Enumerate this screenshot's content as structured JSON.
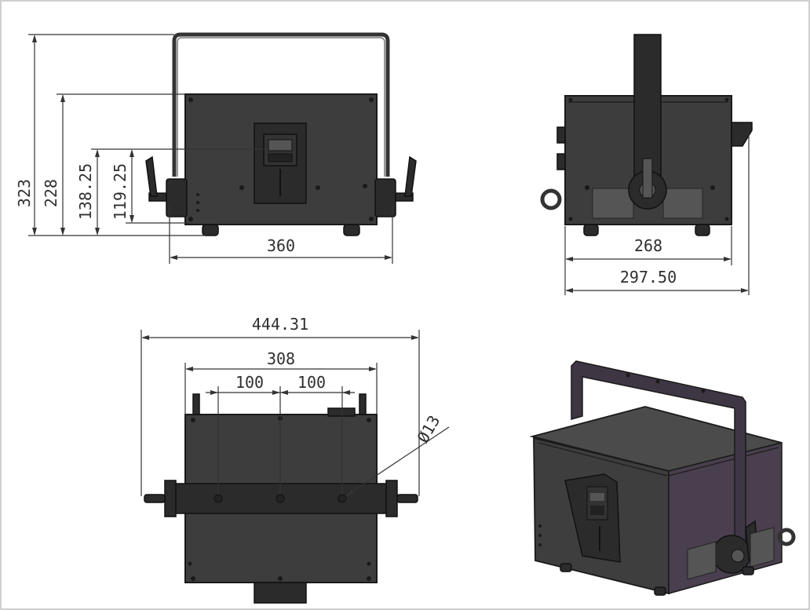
{
  "dimensions": {
    "front_height_total": "323",
    "front_height_body": "228",
    "front_height_panel_top": "138.25",
    "front_height_panel_mid": "119.25",
    "front_width": "360",
    "side_width_body": "268",
    "side_width_total": "297.50",
    "top_width_total": "444.31",
    "top_width_body": "308",
    "top_hole_spacing_1": "100",
    "top_hole_spacing_2": "100",
    "hole_diameter": "Ø13"
  },
  "colors": {
    "line": "#333333",
    "body": "#3d3d3d",
    "iso_side": "#4a3f4e"
  }
}
